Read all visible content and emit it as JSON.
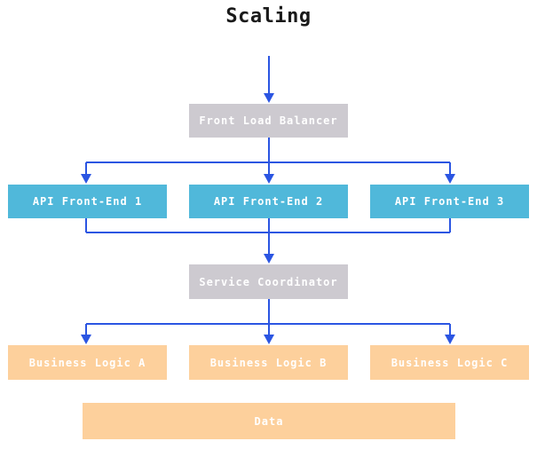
{
  "diagram": {
    "title": "Scaling",
    "nodes": [
      {
        "id": "front-load-balancer",
        "label": "Front Load Balancer",
        "color_role": "gray"
      },
      {
        "id": "api-front-end-1",
        "label": "API Front-End 1",
        "color_role": "blue"
      },
      {
        "id": "api-front-end-2",
        "label": "API Front-End 2",
        "color_role": "blue"
      },
      {
        "id": "api-front-end-3",
        "label": "API Front-End 3",
        "color_role": "blue"
      },
      {
        "id": "service-coordinator",
        "label": "Service Coordinator",
        "color_role": "gray"
      },
      {
        "id": "business-logic-a",
        "label": "Business Logic A",
        "color_role": "orange"
      },
      {
        "id": "business-logic-b",
        "label": "Business Logic B",
        "color_role": "orange"
      },
      {
        "id": "business-logic-c",
        "label": "Business Logic C",
        "color_role": "orange"
      },
      {
        "id": "data",
        "label": "Data",
        "color_role": "orange"
      }
    ],
    "edges": [
      {
        "from": "entry",
        "to": "front-load-balancer"
      },
      {
        "from": "front-load-balancer",
        "to": "api-front-end-1"
      },
      {
        "from": "front-load-balancer",
        "to": "api-front-end-2"
      },
      {
        "from": "front-load-balancer",
        "to": "api-front-end-3"
      },
      {
        "from": "api-front-end-1",
        "to": "service-coordinator"
      },
      {
        "from": "api-front-end-2",
        "to": "service-coordinator"
      },
      {
        "from": "api-front-end-3",
        "to": "service-coordinator"
      },
      {
        "from": "service-coordinator",
        "to": "business-logic-a"
      },
      {
        "from": "service-coordinator",
        "to": "business-logic-b"
      },
      {
        "from": "service-coordinator",
        "to": "business-logic-c"
      }
    ],
    "colors": {
      "background": "#ffffff",
      "title_text": "#1a1a1a",
      "node_text": "#ffffff",
      "node_gray": "#cdcad0",
      "node_blue": "#50b8da",
      "node_orange": "#fdd09c",
      "edge_blue": "#2b55e2"
    }
  }
}
